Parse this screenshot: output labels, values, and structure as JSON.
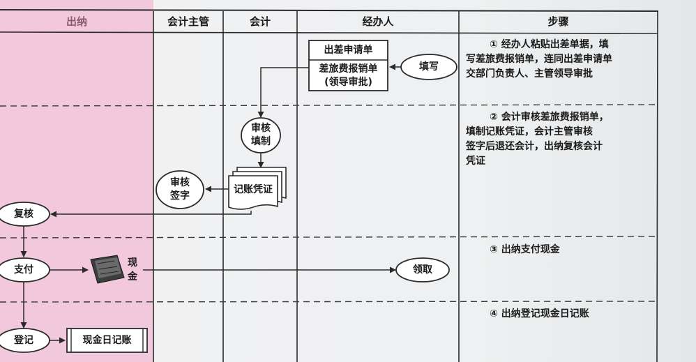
{
  "headers": {
    "cashier": "出纳",
    "accounting_supervisor": "会计主管",
    "accountant": "会计",
    "handler": "经办人",
    "steps": "步骤"
  },
  "nodes": {
    "business_trip_application": "出差申请单",
    "travel_reimbursement_line1": "差旅费报销单",
    "travel_reimbursement_line2": "(领导审批)",
    "fill_in": "填写",
    "review_fill_line1": "审核",
    "review_fill_line2": "填制",
    "accounting_voucher": "记账凭证",
    "review_sign_line1": "审核",
    "review_sign_line2": "签字",
    "recheck": "复核",
    "payment": "支付",
    "cash_label_line1": "现",
    "cash_label_line2": "金",
    "receive": "领取",
    "record": "登记",
    "cash_journal": "现金日记账"
  },
  "steps": {
    "step1": [
      "① 经办人粘贴出差单据，填",
      "写差旅费报销单，连同出差申请单",
      "交部门负责人、主管领导审批"
    ],
    "step2": [
      "② 会计审核差旅费报销单，",
      "填制记账凭证，会计主管审核",
      "签字后退还会计，出纳复核会计",
      "凭证"
    ],
    "step3": [
      "③ 出纳支付现金"
    ],
    "step4": [
      "④ 出纳登记现金日记账"
    ]
  },
  "colors": {
    "cashier_lane": "#f2c9dc",
    "line": "#2a2a2a",
    "shape_fill": "#ffffff"
  }
}
